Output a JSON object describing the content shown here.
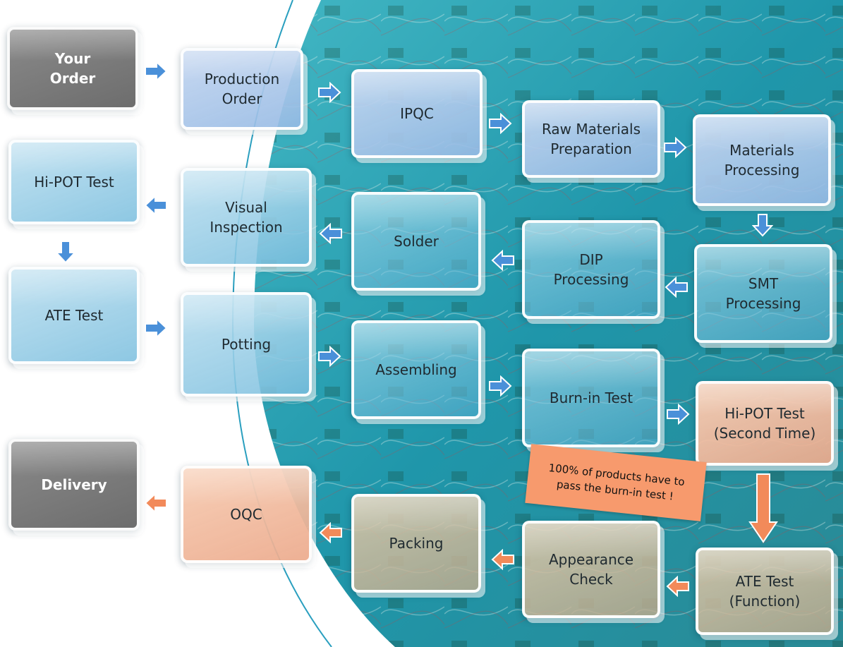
{
  "colors": {
    "grey": "#7a7a7a",
    "blue": "#a6d4ea",
    "orange": "#f2bda0",
    "tan": "#cdb493",
    "arrow_blue": "#4a90d9",
    "arrow_orange": "#f28a5a",
    "note_bg": "#f79a6d",
    "teal_bg": "#2aa3b3"
  },
  "nodes": {
    "your_order": "Your\nOrder",
    "production_order": "Production\nOrder",
    "ipqc": "IPQC",
    "raw_materials": "Raw Materials\nPreparation",
    "materials_processing": "Materials\nProcessing",
    "hipot_test": "Hi-POT Test",
    "visual_inspection": "Visual\nInspection",
    "solder": "Solder",
    "dip_processing": "DIP\nProcessing",
    "smt_processing": "SMT\nProcessing",
    "ate_test": "ATE Test",
    "potting": "Potting",
    "assembling": "Assembling",
    "burnin_test": "Burn-in Test",
    "hipot_second": "Hi-POT Test\n(Second Time)",
    "delivery": "Delivery",
    "oqc": "OQC",
    "packing": "Packing",
    "appearance_check": "Appearance\nCheck",
    "ate_function": "ATE Test\n(Function)"
  },
  "note": "100% of products have to\npass the burn-in test !"
}
